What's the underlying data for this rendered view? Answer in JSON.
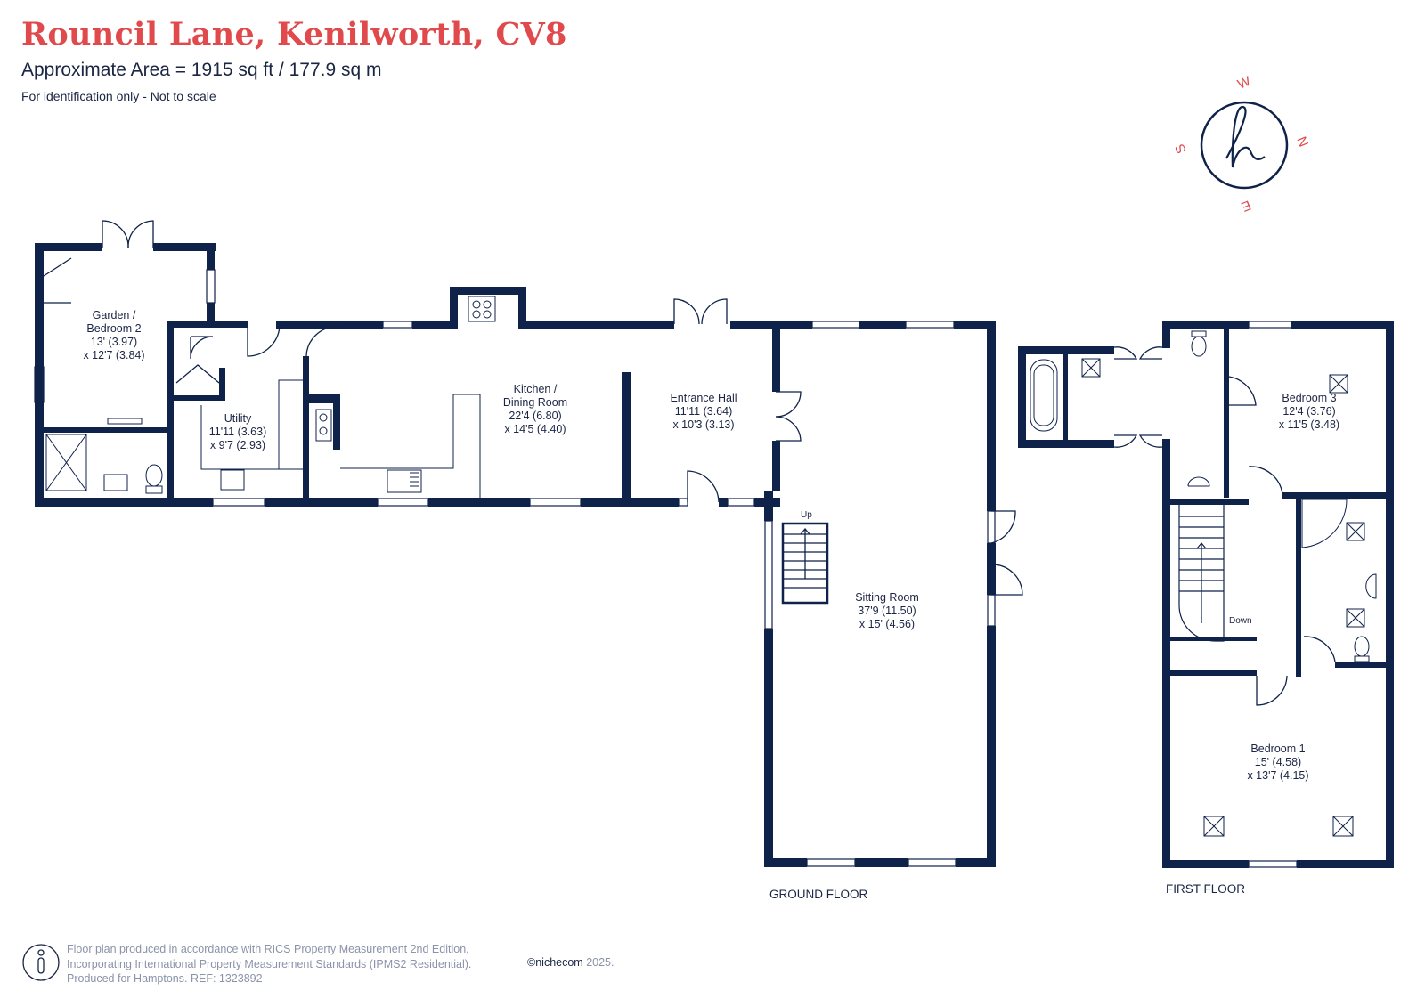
{
  "header": {
    "title": "Rouncil Lane, Kenilworth, CV8",
    "area": "Approximate Area = 1915 sq ft / 177.9 sq m",
    "note": "For identification only - Not to scale"
  },
  "compass": {
    "w": "W",
    "n": "N",
    "s": "S",
    "e": "E"
  },
  "rooms": {
    "garden_bedroom2": {
      "name_1": "Garden /",
      "name_2": "Bedroom 2",
      "dim_1": "13' (3.97)",
      "dim_2": "x 12'7 (3.84)"
    },
    "utility": {
      "name": "Utility",
      "dim_1": "11'11 (3.63)",
      "dim_2": "x 9'7 (2.93)"
    },
    "kitchen": {
      "name_1": "Kitchen /",
      "name_2": "Dining Room",
      "dim_1": "22'4 (6.80)",
      "dim_2": "x 14'5 (4.40)"
    },
    "entrance_hall": {
      "name": "Entrance Hall",
      "dim_1": "11'11 (3.64)",
      "dim_2": "x 10'3 (3.13)"
    },
    "sitting_room": {
      "name": "Sitting Room",
      "dim_1": "37'9 (11.50)",
      "dim_2": "x 15' (4.56)"
    },
    "bedroom3": {
      "name": "Bedroom 3",
      "dim_1": "12'4 (3.76)",
      "dim_2": "x 11'5 (3.48)"
    },
    "bedroom1": {
      "name": "Bedroom 1",
      "dim_1": "15' (4.58)",
      "dim_2": "x 13'7 (4.15)"
    }
  },
  "stairs": {
    "up": "Up",
    "down": "Down"
  },
  "floors": {
    "ground": "GROUND FLOOR",
    "first": "FIRST FLOOR"
  },
  "footer": {
    "line1": "Floor plan produced in accordance with RICS Property Measurement 2nd Edition,",
    "line2": "Incorporating International Property Measurement Standards (IPMS2 Residential).",
    "line3": "Produced for Hamptons.  REF: 1323892",
    "brand": "©nichecom",
    "year": "2025."
  },
  "colors": {
    "wall": "#0f2249",
    "accent": "#e04a4c",
    "text": "#1b2544",
    "muted": "#8a93a8"
  }
}
